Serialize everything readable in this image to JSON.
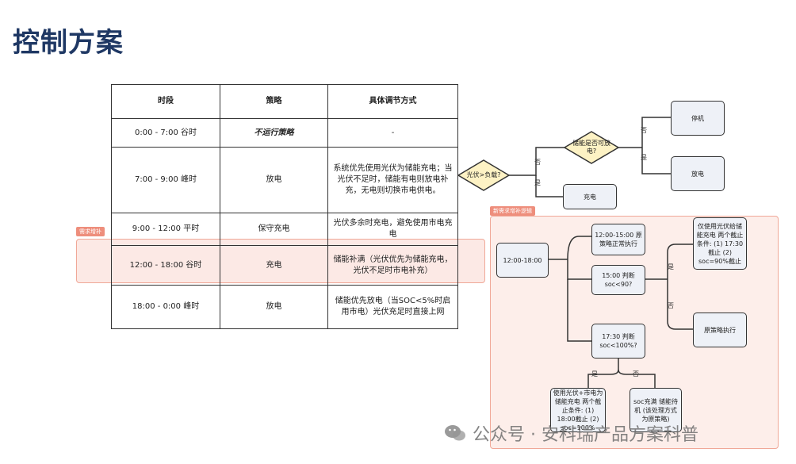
{
  "title": "控制方案",
  "table": {
    "headers": [
      "时段",
      "策略",
      "具体调节方式"
    ],
    "rows": [
      [
        "0:00 - 7:00 谷时",
        "不运行策略",
        "-"
      ],
      [
        "7:00 - 9:00 峰时",
        "放电",
        "系统优先使用光伏为储能充电；当光伏不足时，储能有电则放电补充，无电则切换市电供电。"
      ],
      [
        "9:00 - 12:00 平时",
        "保守充电",
        "光伏多余时充电，避免使用市电充电"
      ],
      [
        "12:00 - 18:00 谷时",
        "充电",
        "储能补满（光伏优先为储能充电，光伏不足时市电补充）"
      ],
      [
        "18:00 - 0:00 峰时",
        "放电",
        "储能优先放电（当SOC<5%时启用市电）光伏充足时直接上网"
      ]
    ]
  },
  "tags": {
    "demand": "需求增补",
    "logic": "新需求增补逻辑"
  },
  "flow_top": {
    "d1": "光伏>负载?",
    "d2": "储能是否可放电?",
    "stop": "停机",
    "discharge": "放电",
    "charge": "充电",
    "no": "否",
    "yes": "是"
  },
  "flow_new": {
    "start": "12:00-18:00",
    "n1": "12:00-15:00 原策略正常执行",
    "n2": "15:00 判断soc<90?",
    "n3": "17:30 判断soc<100%?",
    "n4": "仅使用光伏给储能充电 两个截止条件: (1) 17:30截止 (2) soc=90%截止",
    "n5": "原策略执行",
    "n6": "使用光伏+市电为储能充电 两个截止条件: (1) 18:00截止 (2) soc=100%",
    "n7": "soc充满 储能待机 (该处理方式为原策略)",
    "yes": "是",
    "no": "否"
  },
  "watermark": "公众号 · 安科瑞产品方案科普"
}
